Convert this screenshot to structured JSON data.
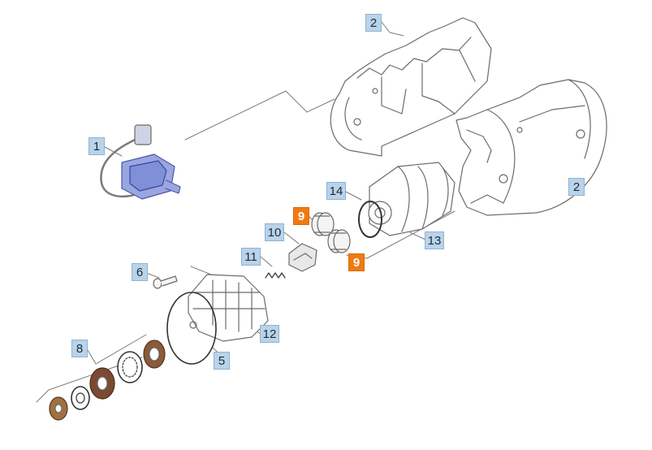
{
  "diagram": {
    "callouts": [
      {
        "id": "c2a",
        "label": "2"
      },
      {
        "id": "c1",
        "label": "1"
      },
      {
        "id": "c2b",
        "label": "2"
      },
      {
        "id": "c14",
        "label": "14"
      },
      {
        "id": "c9a",
        "label": "9"
      },
      {
        "id": "c10",
        "label": "10"
      },
      {
        "id": "c13",
        "label": "13"
      },
      {
        "id": "c9b",
        "label": "9"
      },
      {
        "id": "c11",
        "label": "11"
      },
      {
        "id": "c6",
        "label": "6"
      },
      {
        "id": "c12",
        "label": "12"
      },
      {
        "id": "c8",
        "label": "8"
      },
      {
        "id": "c5",
        "label": "5"
      }
    ],
    "colors": {
      "line": "#6b6b6b",
      "callout_bg": "#b9d3ea",
      "callout_highlight": "#f07a12",
      "part_blue": "#7f8fd8",
      "part_brown": "#8a5a3a"
    }
  }
}
